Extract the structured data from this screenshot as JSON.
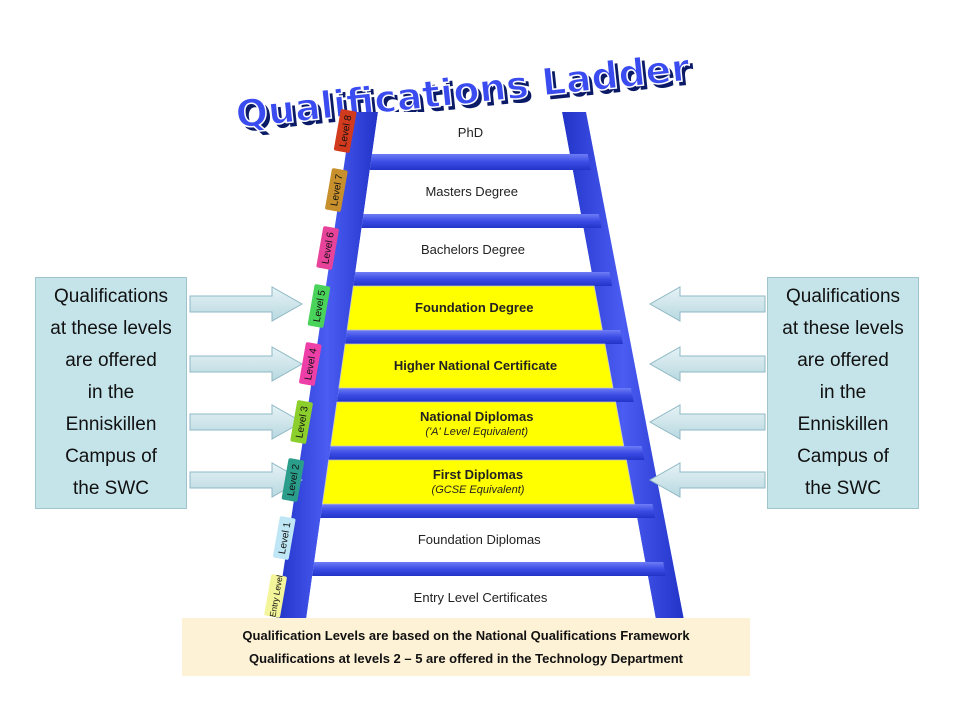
{
  "title": "Qualifications Ladder",
  "side_note_lines": [
    "Qualifications",
    "at these levels",
    "are offered",
    "in the",
    "Enniskillen",
    "Campus of",
    "the SWC"
  ],
  "rungs": [
    {
      "level": "Level 8",
      "name": "PhD",
      "sub": "",
      "highlighted": false,
      "level_color": "#d23a1e"
    },
    {
      "level": "Level 7",
      "name": "Masters Degree",
      "sub": "",
      "highlighted": false,
      "level_color": "#c8902c"
    },
    {
      "level": "Level 6",
      "name": "Bachelors Degree",
      "sub": "",
      "highlighted": false,
      "level_color": "#e8439a"
    },
    {
      "level": "Level 5",
      "name": "Foundation Degree",
      "sub": "",
      "highlighted": true,
      "level_color": "#49d35a"
    },
    {
      "level": "Level 4",
      "name": "Higher National Certificate",
      "sub": "",
      "highlighted": true,
      "level_color": "#ee3fa8"
    },
    {
      "level": "Level 3",
      "name": "National Diplomas",
      "sub": "('A' Level Equivalent)",
      "highlighted": true,
      "level_color": "#8ccf2c"
    },
    {
      "level": "Level 2",
      "name": "First Diplomas",
      "sub": "(GCSE Equivalent)",
      "highlighted": true,
      "level_color": "#2a9e8a"
    },
    {
      "level": "Level 1",
      "name": "Foundation Diplomas",
      "sub": "",
      "highlighted": false,
      "level_color": "#bfe6f4"
    },
    {
      "level": "Entry Level",
      "name": "Entry Level Certificates",
      "sub": "",
      "highlighted": false,
      "level_color": "#f4f49a"
    }
  ],
  "footer": {
    "line1": "Qualification Levels are based on the National Qualifications Framework",
    "line2": "Qualifications at levels 2 – 5 are offered in the Technology Department"
  },
  "colors": {
    "rail": "#3344dd",
    "rung_yellow": "#ffff00",
    "side_box": "#c5e4ea",
    "footer_bg": "#fdf1d6"
  }
}
